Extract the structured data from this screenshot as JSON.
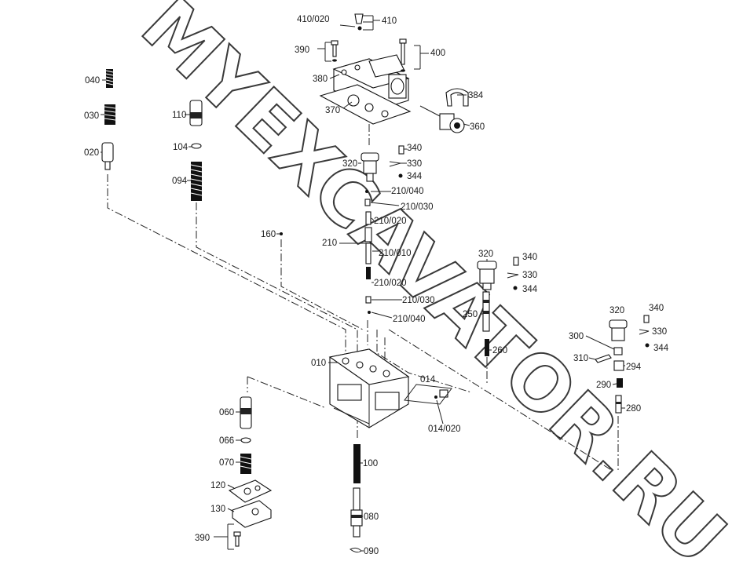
{
  "watermark": "MYEXCAVATOR.RU",
  "callouts": {
    "c410_020": "410/020",
    "c410": "410",
    "c390_top": "390",
    "c400": "400",
    "c380": "380",
    "c370": "370",
    "c384": "384",
    "c360": "360",
    "c040": "040",
    "c030": "030",
    "c020": "020",
    "c110": "110",
    "c104": "104",
    "c094": "094",
    "c160": "160",
    "c320_a": "320",
    "c340_a": "340",
    "c330_a": "330",
    "c344_a": "344",
    "c210_040_a": "210/040",
    "c210_030_a": "210/030",
    "c210_020_a": "210/020",
    "c210": "210",
    "c210_010": "210/010",
    "c210_020_b": "210/020",
    "c210_030_b": "210/030",
    "c210_040_b": "210/040",
    "c320_b": "320",
    "c340_b": "340",
    "c330_b": "330",
    "c344_b": "344",
    "c250": "250",
    "c260": "260",
    "c320_c": "320",
    "c340_c": "340",
    "c330_c": "330",
    "c344_c": "344",
    "c300": "300",
    "c310": "310",
    "c294": "294",
    "c290": "290",
    "c280": "280",
    "c010": "010",
    "c014": "014",
    "c014_020": "014/020",
    "c060": "060",
    "c066": "066",
    "c070": "070",
    "c120": "120",
    "c130": "130",
    "c390_bottom": "390",
    "c100": "100",
    "c080": "080",
    "c090": "090"
  }
}
